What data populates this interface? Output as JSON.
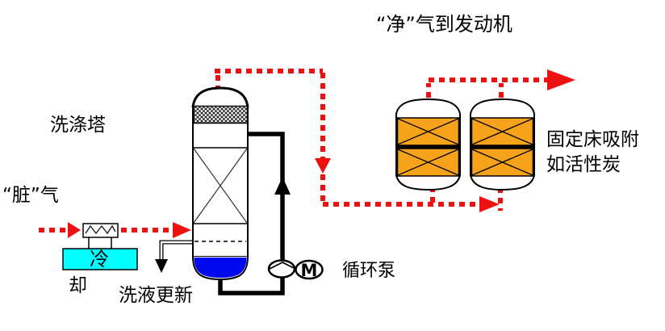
{
  "labels": {
    "clean_gas": "“净”气到发动机",
    "scrubber_tower": "洗涤塔",
    "dirty_gas": "“脏”气",
    "cooler_char_top": "冷",
    "cooler_char_bottom": "却",
    "wash_liquid_renewal": "洗液更新",
    "circulation_pump": "循环泵",
    "fixed_bed_line1": "固定床吸附",
    "fixed_bed_line2": "如活性炭",
    "motor": "M"
  },
  "colors": {
    "gas_path_red": "#EE1111",
    "adsorbent_orange": "#F7A21B",
    "wash_liquid_blue": "#0008EE",
    "coolant_cyan": "#00FFFF",
    "line_black": "#000000"
  }
}
